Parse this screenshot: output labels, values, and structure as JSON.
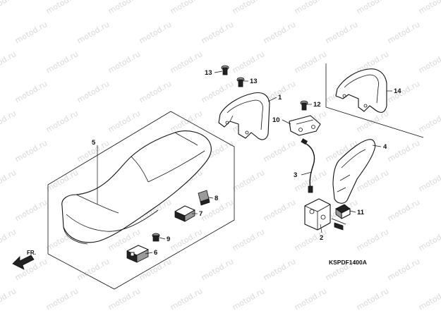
{
  "watermark": {
    "text": "motod.ru",
    "color": "#d9d9d9"
  },
  "diagram": {
    "code": "KSPDF1400A",
    "direction_label": "FR."
  },
  "callouts": {
    "c1": "1",
    "c2": "2",
    "c3": "3",
    "c4": "4",
    "c5": "5",
    "c6": "6",
    "c7": "7",
    "c8": "8",
    "c9": "9",
    "c10": "10",
    "c11": "11",
    "c12": "12",
    "c13a": "13",
    "c13b": "13",
    "c14": "14"
  }
}
